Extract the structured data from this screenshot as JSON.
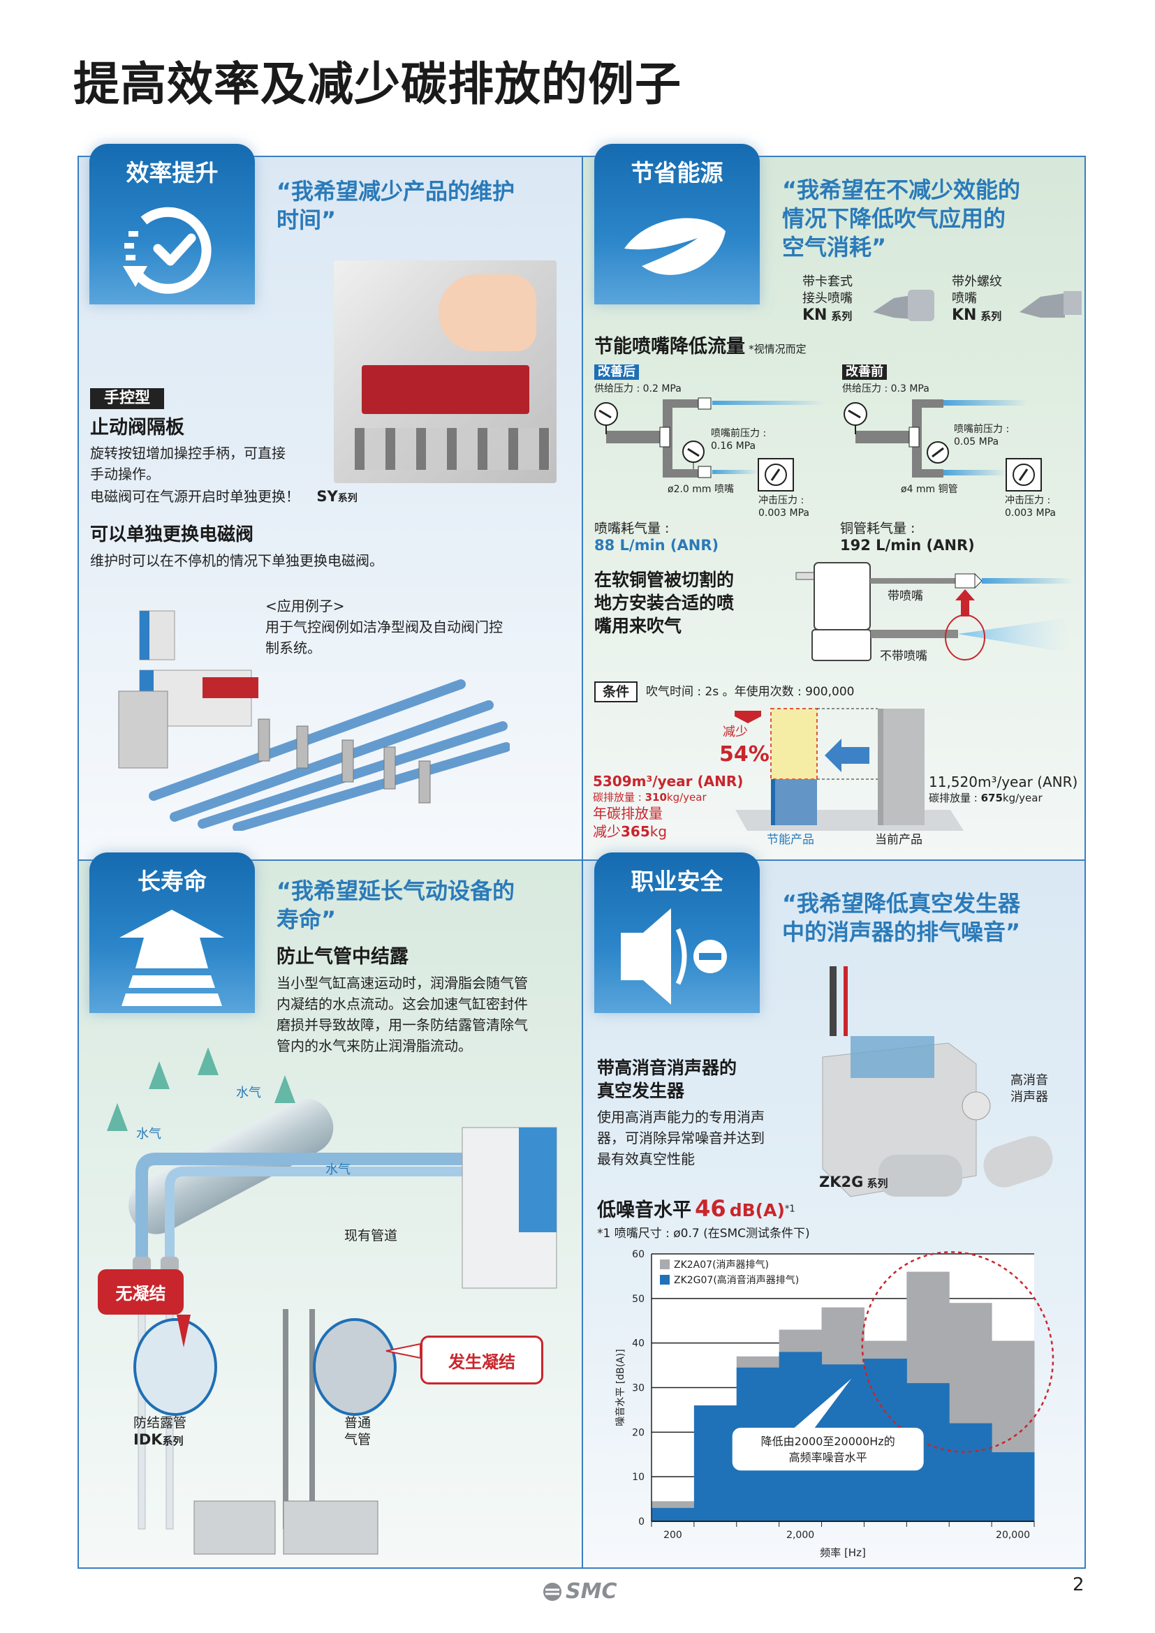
{
  "page": {
    "title": "提高效率及减少碳排放的例子",
    "page_number": "2",
    "logo_text": "SMC"
  },
  "efficiency": {
    "tab": "效率提升",
    "icon": "clock-check-icon",
    "quote": [
      "“我希望减少产品的维护",
      "时间”"
    ],
    "badge": "手控型",
    "feature_title": "止动阀隔板",
    "feature_body": [
      "旋转按钮增加操控手柄，可直接",
      "手动操作。",
      "电磁阀可在气源开启时单独更换！"
    ],
    "series_model": "SY",
    "series_suffix": "系列",
    "feature2_title": "可以单独更换电磁阀",
    "feature2_body": "维护时可以在不停机的情况下单独更换电磁阀。",
    "app_title": "<应用例子>",
    "app_body": [
      "用于气控阀例如洁净型阀及自动阀门控",
      "制系统。"
    ]
  },
  "energy": {
    "tab": "节省能源",
    "icon": "leaf-icon",
    "quote": [
      "“我希望在不减少效能的",
      "情况下降低吹气应用的",
      "空气消耗”"
    ],
    "nozzles": [
      {
        "lines": [
          "带卡套式",
          "接头喷嘴"
        ],
        "model": "KN",
        "suffix": "系列"
      },
      {
        "lines": [
          "带外螺纹",
          "喷嘴"
        ],
        "model": "KN",
        "suffix": "系列"
      }
    ],
    "section_title": "节能喷嘴降低流量",
    "section_note": "*视情况而定",
    "after": {
      "label": "改善后",
      "supply": "供给压力 : 0.2 MPa",
      "pre_label": "喷嘴前压力 :",
      "pre_value": "0.16 MPa",
      "pipe": "ø2.0 mm 喷嘴",
      "impact_label": "冲击压力 :",
      "impact_value": "0.003 MPa",
      "consumption_label": "喷嘴耗气量 :",
      "consumption_value": "88 L/min (ANR)"
    },
    "before": {
      "label": "改善前",
      "supply": "供给压力 : 0.3 MPa",
      "pre_label": "喷嘴前压力 :",
      "pre_value": "0.05 MPa",
      "pipe": "ø4 mm 铜管",
      "impact_label": "冲击压力 :",
      "impact_value": "0.003 MPa",
      "consumption_label": "铜管耗气量 :",
      "consumption_value": "192 L/min (ANR)"
    },
    "install_text": [
      "在软铜管被切割的",
      "地方安装合适的喷",
      "嘴用来吹气"
    ],
    "with_nozzle": "带喷嘴",
    "without_nozzle": "不带喷嘴",
    "condition_label": "条件",
    "condition_text": "吹气时间 : 2s 。年使用次数 : 900,000",
    "reduction_label": "减少",
    "reduction_value": "54%",
    "reduction_fraction": 0.54,
    "saving_volume": "5309m³/year (ANR)",
    "saving_carbon_label": "碳排放量 : ",
    "saving_carbon_value": "310",
    "saving_carbon_unit": "kg/year",
    "annual_reduction": [
      "年碳排放量",
      "减少",
      "365",
      "kg"
    ],
    "current_volume": "11,520m³/year (ANR)",
    "current_carbon_label": "碳排放量 : ",
    "current_carbon_value": "675",
    "current_carbon_unit": "kg/year",
    "bar_saving_label": "节能产品",
    "bar_current_label": "当前产品",
    "colors": {
      "accent": "#2a7ab9",
      "red": "#c9252c"
    }
  },
  "longlife": {
    "tab": "长寿命",
    "icon": "arrow-up-stack-icon",
    "quote": [
      "“我希望延长气动设备的",
      "寿命”"
    ],
    "feature_title": "防止气管中结露",
    "feature_body": [
      "当小型气缸高速运动时，润滑脂会随气管",
      "内凝结的水点流动。这会加速气缸密封件",
      "磨损并导致故障，用一条防结露管清除气",
      "管内的水气来防止润滑脂流动。"
    ],
    "vapor_label": "水气",
    "existing_pipe": "现有管道",
    "no_condensation": "无凝结",
    "condensation": "发生凝结",
    "idk_lines": [
      "防结露管"
    ],
    "idk_model": "IDK",
    "idk_suffix": "系列",
    "normal_tube": [
      "普通",
      "气管"
    ]
  },
  "safety": {
    "tab": "职业安全",
    "icon": "speaker-mute-icon",
    "quote": [
      "“我希望降低真空发生器",
      "中的消声器的排气噪音”"
    ],
    "feature_title": [
      "带高消音消声器的",
      "真空发生器"
    ],
    "feature_body": [
      "使用高消声能力的专用消声",
      "器，可消除异常噪音并达到",
      "最有效真空性能"
    ],
    "muffler_label": [
      "高消音",
      "消声器"
    ],
    "series_model": "ZK2G",
    "series_suffix": "系列",
    "noise_title": "低噪音水平",
    "noise_value": "46",
    "noise_unit": "dB(A)",
    "noise_sup": "*1",
    "footnote": "*1  喷嘴尺寸 : ø0.7 (在SMC测试条件下)",
    "callout": [
      "降低由2000至20000Hz的",
      "高频率噪音水平"
    ]
  },
  "chart_data": {
    "type": "bar",
    "title": "",
    "xlabel": "频率 [Hz]",
    "ylabel": "噪音水平 [dB(A)]",
    "ylim": [
      0,
      60
    ],
    "yticks": [
      0,
      10,
      20,
      30,
      40,
      50,
      60
    ],
    "ytick_labels": [
      "0",
      "10",
      "20",
      "30",
      "40",
      "50",
      "60"
    ],
    "categories": [
      "200",
      "",
      "",
      "2,000",
      "",
      "",
      "",
      "",
      "20,000"
    ],
    "grid": true,
    "legend": "top-left",
    "series": [
      {
        "name": "ZK2A07(消声器排气)",
        "color": "#a9abae",
        "values": [
          4.5,
          26,
          37,
          43,
          48,
          40.5,
          56,
          49,
          40.5
        ]
      },
      {
        "name": "ZK2G07(高消音消声器排气)",
        "color": "#1f72b8",
        "values": [
          3,
          26,
          34.5,
          38,
          35.2,
          36.5,
          31,
          22,
          15.5
        ]
      }
    ]
  }
}
